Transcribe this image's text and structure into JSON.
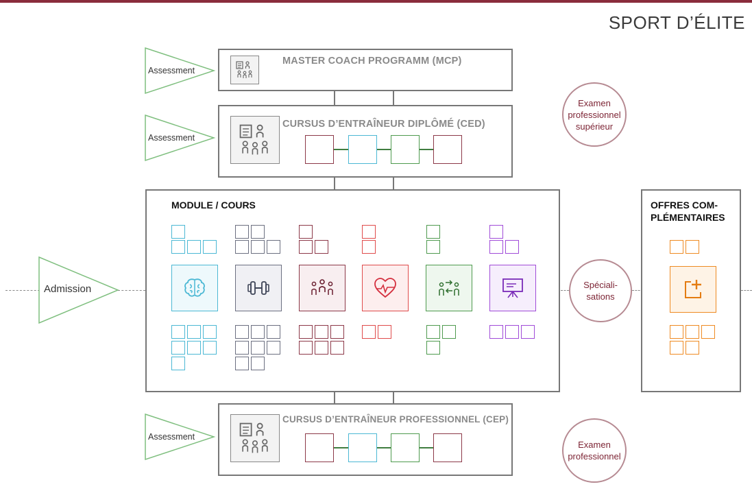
{
  "header": {
    "title": "SPORT D’ÉLITE"
  },
  "programs": {
    "mcp": {
      "title": "MASTER COACH PROGRAMM (MCP)",
      "assessment": "Assessment"
    },
    "ced": {
      "title": "CURSUS D’ENTRAÎNEUR DIPLÔMÉ (CED)",
      "assessment": "Assessment"
    },
    "cep": {
      "title": "CURSUS D’ENTRAÎNEUR PROFESSIONNEL (CEP)",
      "assessment": "Assessment"
    }
  },
  "module": {
    "title": "MODULE / COURS"
  },
  "offres": {
    "title": "OFFRES COM-\nPLÉMENTAIRES"
  },
  "admission": {
    "label": "Admission"
  },
  "circles": {
    "examen_superieur": "Examen\nprofessionnel\nsupérieur",
    "specialisations": "Spéciali-\nsations",
    "examen": "Examen\nprofessionnel"
  },
  "colors": {
    "brand": "#8a2c3c",
    "cyan": "#4bb8d4",
    "slate": "#6b6f80",
    "maroon": "#8c3848",
    "red": "#e04b4b",
    "green": "#4e9a4e",
    "purple": "#a04bd8",
    "orange": "#ee8a22"
  },
  "module_icons": [
    "brain-icon",
    "dumbbell-icon",
    "team-icon",
    "heart-rate-icon",
    "exchange-icon",
    "presentation-icon"
  ],
  "offres_icon": "add-document-icon"
}
